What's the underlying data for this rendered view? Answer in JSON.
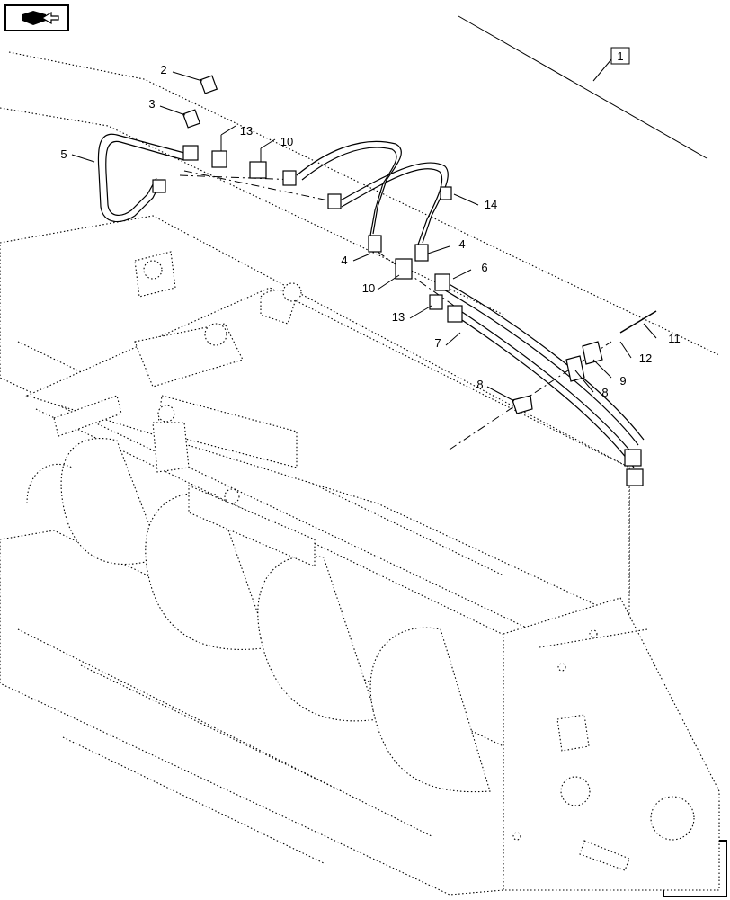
{
  "diagram": {
    "assembly_ref": "1",
    "callouts": {
      "c2": "2",
      "c3": "3",
      "c4a": "4",
      "c4b": "4",
      "c5": "5",
      "c6": "6",
      "c7": "7",
      "c8a": "8",
      "c8b": "8",
      "c9": "9",
      "c10a": "10",
      "c10b": "10",
      "c11": "11",
      "c12": "12",
      "c13a": "13",
      "c13b": "13",
      "c14": "14"
    }
  },
  "nav": {
    "prev_icon": "arrow-back-icon",
    "next_icon": "arrow-forward-icon"
  }
}
